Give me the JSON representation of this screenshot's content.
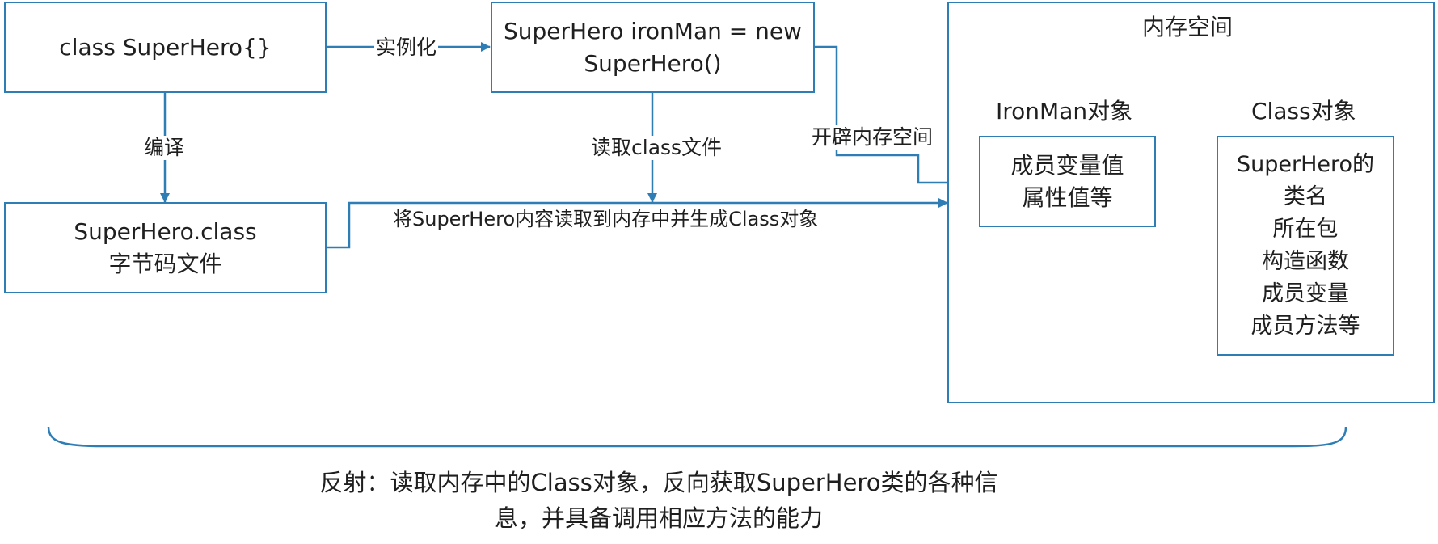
{
  "boxes": {
    "class_def": "class SuperHero{}",
    "instantiate_line1": "SuperHero ironMan = new",
    "instantiate_line2": "SuperHero()",
    "bytecode_line1": "SuperHero.class",
    "bytecode_line2": "字节码文件"
  },
  "arrows": {
    "instantiate": "实例化",
    "compile": "编译",
    "read_class_file": "读取class文件",
    "allocate_memory": "开辟内存空间",
    "load_to_memory": "将SuperHero内容读取到内存中并生成Class对象"
  },
  "memory": {
    "title": "内存空间",
    "ironman_object": {
      "title": "IronMan对象",
      "lines": [
        "成员变量值",
        "属性值等"
      ]
    },
    "class_object": {
      "title": "Class对象",
      "lines": [
        "SuperHero的",
        "类名",
        "所在包",
        "构造函数",
        "成员变量",
        "成员方法等"
      ]
    }
  },
  "caption": {
    "line1": "反射：读取内存中的Class对象，反向获取SuperHero类的各种信",
    "line2": "息，并具备调用相应方法的能力"
  },
  "colors": {
    "stroke": "#2e7db5",
    "text": "#1f1f1f"
  }
}
